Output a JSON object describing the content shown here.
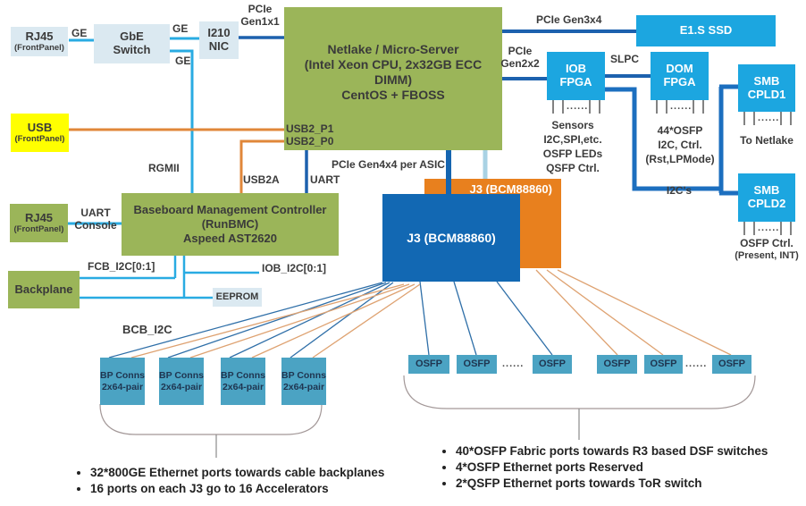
{
  "colors": {
    "cyan_line": "#29abe2",
    "dark_blue_line": "#1d61ae",
    "bracket_blue": "#1c6fbf",
    "orange_line": "#e0873a",
    "fan_blue": "#2f6fa8",
    "fan_orange": "#dea271",
    "green_box": "#9bb559",
    "bright_blue_box": "#1ca6e0",
    "teal_box": "#4ba3c3",
    "light_box": "#dbe9f1",
    "yellow_box": "#ffff00",
    "orange_box": "#e8801e",
    "blue_box": "#1268b3"
  },
  "boxes": {
    "rj45_top": {
      "title": "RJ45",
      "subtitle": "(FrontPanel)"
    },
    "gbe_switch": {
      "line1": "GbE",
      "line2": "Switch"
    },
    "i210": {
      "line1": "I210",
      "line2": "NIC"
    },
    "netlake": {
      "line1": "Netlake / Micro-Server",
      "line2": "(Intel Xeon CPU, 2x32GB ECC DIMM)",
      "line3": "CentOS + FBOSS",
      "port1": "USB2_P1",
      "port2": "USB2_P0"
    },
    "e1s_ssd": {
      "label": "E1.S SSD"
    },
    "iob_fpga": {
      "line1": "IOB",
      "line2": "FPGA"
    },
    "dom_fpga": {
      "line1": "DOM",
      "line2": "FPGA"
    },
    "smb_cpld1": {
      "line1": "SMB",
      "line2": "CPLD1"
    },
    "smb_cpld2": {
      "line1": "SMB",
      "line2": "CPLD2"
    },
    "usb": {
      "title": "USB",
      "subtitle": "(FrontPanel)"
    },
    "rj45_bottom": {
      "title": "RJ45",
      "subtitle": "(FrontPanel)"
    },
    "bmc": {
      "line1": "Baseboard Management Controller",
      "line2": "(RunBMC)",
      "line3": "Aspeed AST2620"
    },
    "backplane": {
      "label": "Backplane"
    },
    "eeprom": {
      "label": "EEPROM"
    },
    "j3_orange": {
      "label": "J3 (BCM88860)"
    },
    "j3_blue": {
      "label": "J3 (BCM88860)"
    },
    "bp_conn": {
      "line1": "BP Conns",
      "line2": "2x64-pair"
    },
    "osfp": {
      "label": "OSFP"
    }
  },
  "edge_labels": {
    "ge1": "GE",
    "ge2": "GE",
    "ge3": "GE",
    "pcie_gen1x1_l1": "PCIe",
    "pcie_gen1x1_l2": "Gen1x1",
    "pcie_gen3x4": "PCIe Gen3x4",
    "pcie_gen2x2_l1": "PCIe",
    "pcie_gen2x2_l2": "Gen2x2",
    "slpc": "SLPC",
    "rgmii": "RGMII",
    "usb2a": "USB2A",
    "uart": "UART",
    "uart_console_l1": "UART",
    "uart_console_l2": "Console",
    "pcie_gen4x4": "PCIe Gen4x4 per ASIC",
    "fcb_i2c": "FCB_I2C[0:1]",
    "iob_i2c": "IOB_I2C[0:1]",
    "bcb_i2c": "BCB_I2C",
    "i2cs": "I2C's",
    "dots": "......"
  },
  "annotations": {
    "iob_fanout": [
      "Sensors",
      "I2C,SPI,etc.",
      "OSFP LEDs",
      "QSFP Ctrl."
    ],
    "dom_fanout": [
      "44*OSFP",
      "I2C, Ctrl.",
      "(Rst,LPMode)"
    ],
    "cpld1_note": "To Netlake",
    "cpld2_note": [
      "OSFP Ctrl.",
      "(Present, INT)"
    ]
  },
  "bullets_left": [
    "32*800GE Ethernet ports towards  cable backplanes",
    "16 ports on each J3 go to 16 Accelerators"
  ],
  "bullets_right": [
    "40*OSFP Fabric ports towards R3 based DSF switches",
    "4*OSFP Ethernet ports Reserved",
    "2*QSFP Ethernet ports towards ToR switch"
  ]
}
